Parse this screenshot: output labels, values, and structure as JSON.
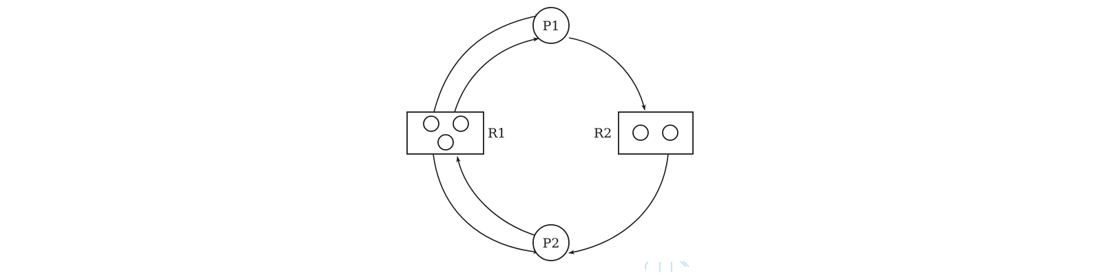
{
  "diagram": {
    "processes": [
      {
        "id": "P1",
        "label": "P1"
      },
      {
        "id": "P2",
        "label": "P2"
      }
    ],
    "resources": [
      {
        "id": "R1",
        "label": "R1",
        "instances": 3
      },
      {
        "id": "R2",
        "label": "R2",
        "instances": 2
      }
    ],
    "edges": [
      {
        "from": "R1",
        "to": "P1",
        "kind": "assignment"
      },
      {
        "from": "R1",
        "to": "P1",
        "kind": "assignment"
      },
      {
        "from": "P1",
        "to": "R2",
        "kind": "request"
      },
      {
        "from": "R1",
        "to": "P2",
        "kind": "assignment"
      },
      {
        "from": "P2",
        "to": "R1",
        "kind": "request"
      },
      {
        "from": "R2",
        "to": "P2",
        "kind": "assignment"
      }
    ]
  },
  "colors": {
    "line": "#1a1a1a",
    "background": "#ffffff",
    "watermark": "#9fd3ea"
  }
}
